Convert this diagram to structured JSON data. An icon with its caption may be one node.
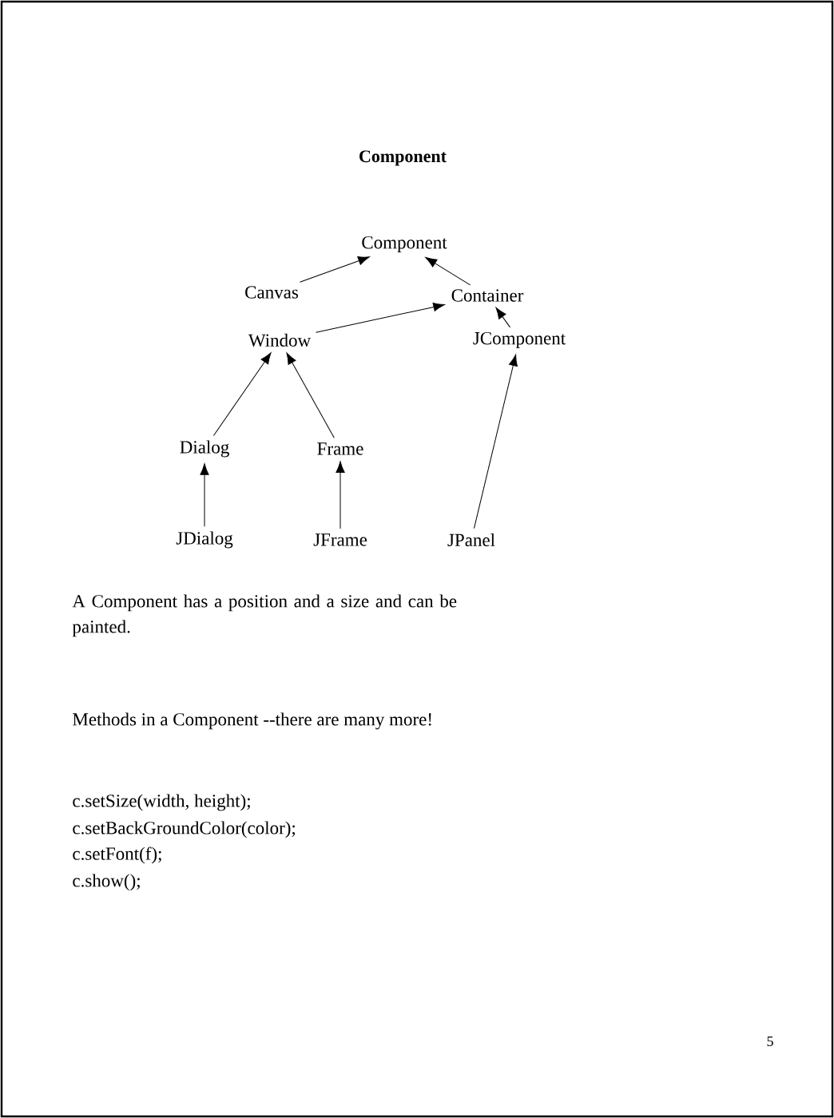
{
  "diagram": {
    "title": "Component",
    "nodes": [
      {
        "text": [
          "Component"
        ]
      },
      {
        "text": [
          "Canvas"
        ]
      },
      {
        "text": [
          "Container"
        ]
      },
      {
        "text": [
          "Window"
        ]
      },
      {
        "text": [
          "JComponent"
        ]
      },
      {
        "text": [
          "Dialog"
        ]
      },
      {
        "text": [
          "Frame"
        ]
      },
      {
        "text": [
          "JDialog"
        ]
      },
      {
        "text": [
          "JFrame"
        ]
      },
      {
        "text": [
          "JPanel"
        ]
      }
    ],
    "edges": [
      {
        "from": 1,
        "to": 0,
        "arrow": "to"
      },
      {
        "from": 2,
        "to": 0,
        "arrow": "to"
      },
      {
        "from": 3,
        "to": 2,
        "arrow": "to"
      },
      {
        "from": 4,
        "to": 2,
        "arrow": "to"
      },
      {
        "from": 5,
        "to": 3,
        "arrow": "to"
      },
      {
        "from": 6,
        "to": 3,
        "arrow": "to"
      },
      {
        "from": 7,
        "to": 5,
        "arrow": "to"
      },
      {
        "from": 8,
        "to": 6,
        "arrow": "to"
      },
      {
        "from": 9,
        "to": 4,
        "arrow": "to"
      }
    ],
    "labels": [
      "A Component has a position and a size and can be painted.",
      "Methods in a Component --there are many more!",
      "c.setSize(width, height);",
      "c.setBackGroundColor(color);",
      "c.setFont(f);",
      "c.show();",
      "5"
    ]
  }
}
